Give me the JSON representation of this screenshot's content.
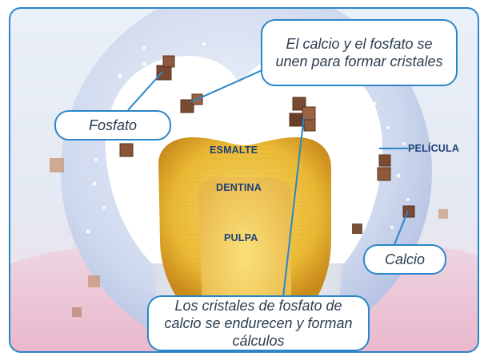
{
  "callouts": {
    "fosfato": "Fosfato",
    "calcio_fosfato": "El calcio y el fosfato se unen para formar cristales",
    "calcio": "Calcio",
    "cristales": "Los cristales de fosfato de calcio se endurecen y forman cálculos"
  },
  "labels": {
    "esmalte": "ESMALTE",
    "dentina": "DENTINA",
    "pulpa": "PULPA",
    "pelicula": "PELÍCULA"
  },
  "colors": {
    "border": "#2a86c8",
    "callout_text": "#2c3e50",
    "label_text": "#1d3f7a",
    "dentin": "#f0c038",
    "enamel": "#ffffff",
    "crystal": "#7a4a32"
  }
}
